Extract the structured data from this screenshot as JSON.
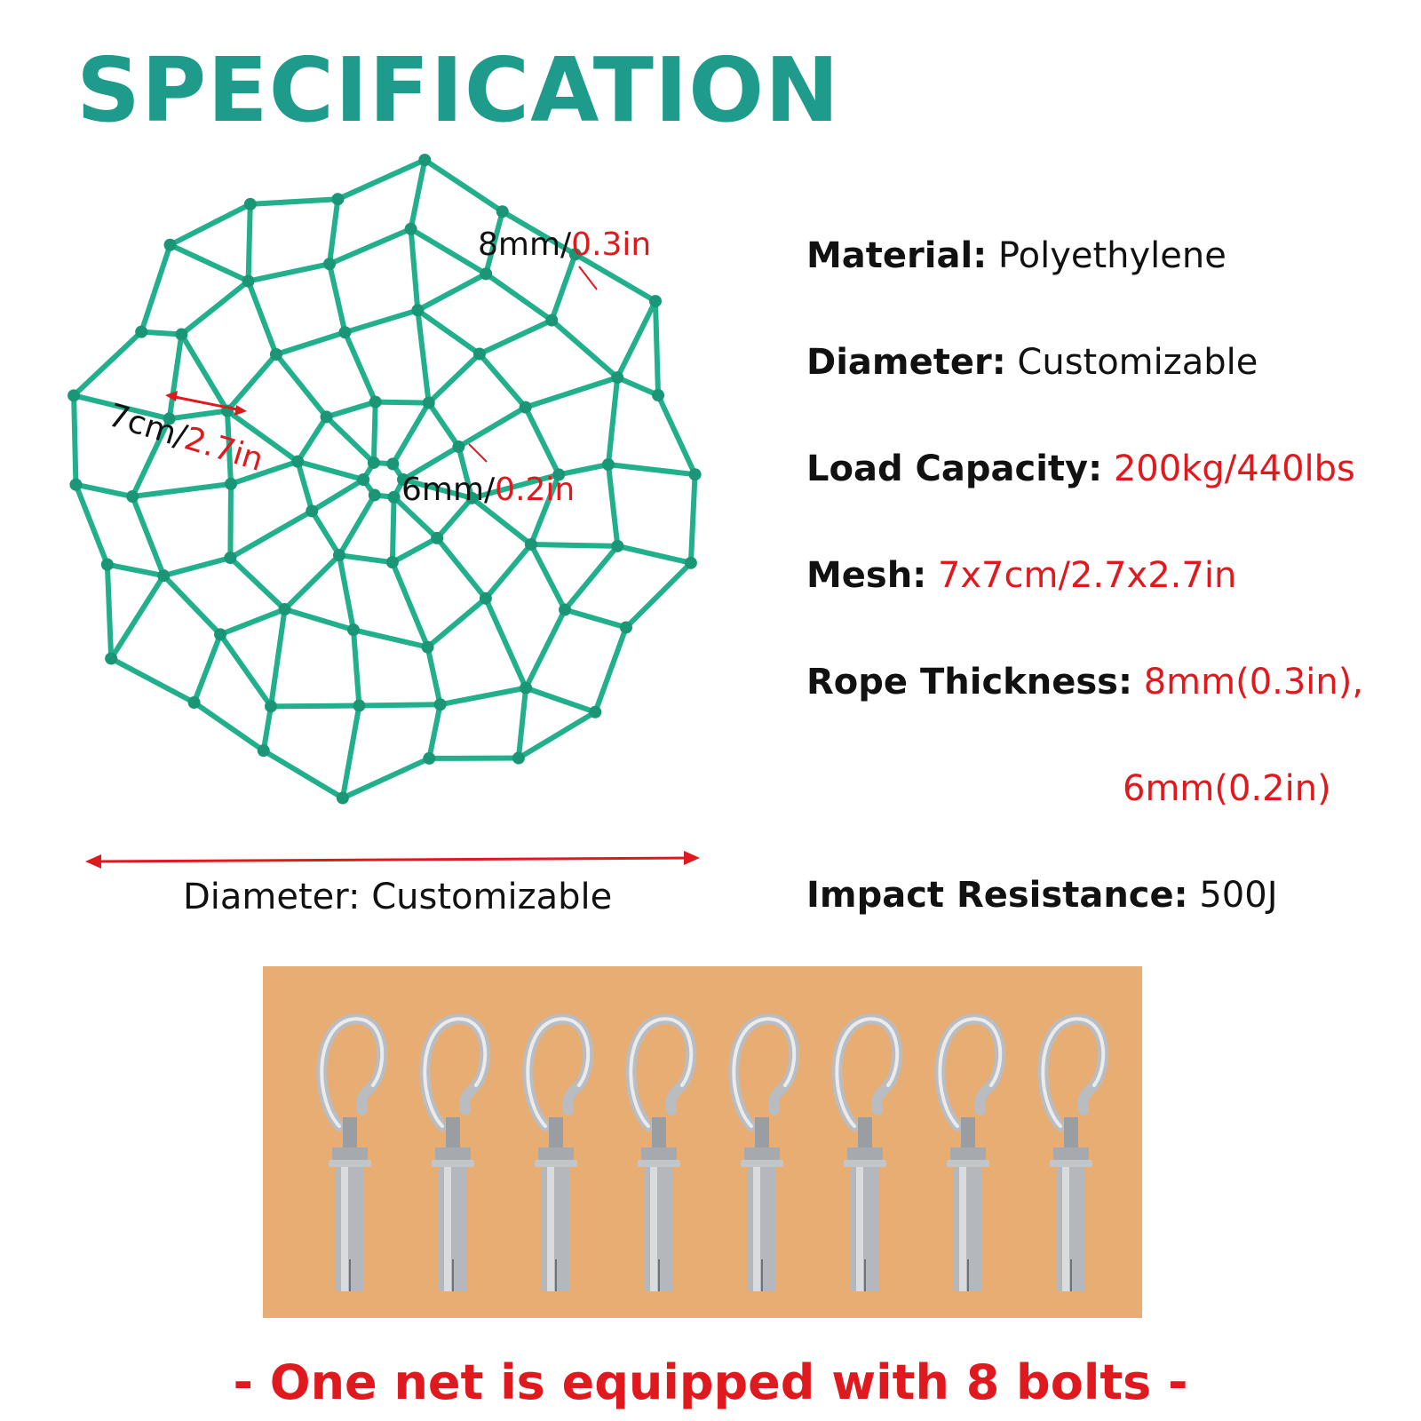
{
  "title": "SPECIFICATION",
  "net_labels": {
    "rope_outer": {
      "metric": "8mm/",
      "imperial": "0.3in"
    },
    "mesh": {
      "metric": "7cm/",
      "imperial": "2.7in"
    },
    "rope_inner": {
      "metric": "6mm/",
      "imperial": "0.2in"
    },
    "diameter_caption": "Diameter: Customizable"
  },
  "specs": [
    {
      "key": "Material:",
      "value": "Polyethylene",
      "highlight": false
    },
    {
      "key": "Diameter:",
      "value": "Customizable",
      "highlight": false
    },
    {
      "key": "Load Capacity:",
      "value": "200kg/440lbs",
      "highlight": true
    },
    {
      "key": "Mesh:",
      "value": "7x7cm/2.7x2.7in",
      "highlight": true
    },
    {
      "key": "Rope Thickness:",
      "value": "8mm(0.3in),",
      "highlight": true
    },
    {
      "key": "",
      "value": "6mm(0.2in)",
      "highlight": true
    },
    {
      "key": "Impact Resistance:",
      "value": "500J",
      "highlight": false
    }
  ],
  "bolt_count": 8,
  "footer": "- One net is equipped with 8 bolts -",
  "colors": {
    "accent": "#1e9b8b",
    "net": "#22b08c",
    "highlight": "#e0191e",
    "panel": "#e8ad73"
  }
}
